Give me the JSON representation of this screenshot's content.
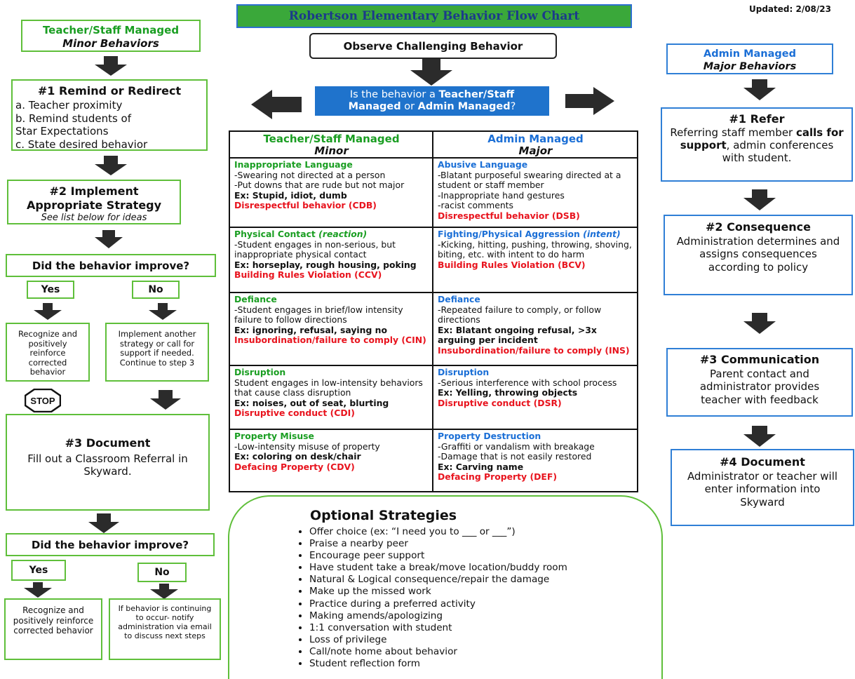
{
  "title": "Robertson Elementary Behavior Flow Chart",
  "updated": "Updated: 2/08/23",
  "observe": "Observe Challenging Behavior",
  "question": {
    "prefix": "Is the behavior a ",
    "teacher": "Teacher/Staff",
    "middle": "Managed",
    "or": " or ",
    "admin": "Admin Managed",
    "suffix": "?"
  },
  "left": {
    "header_line1": "Teacher/Staff Managed",
    "header_line2": "Minor Behaviors",
    "step1_title": "#1 Remind or Redirect",
    "step1_items": [
      "a.  Teacher proximity",
      "b. Remind students of",
      "Star Expectations",
      "c.  State desired behavior"
    ],
    "step2_title1": "#2 Implement",
    "step2_title2": "Appropriate Strategy",
    "step2_sub": "See list below for ideas",
    "improve_q1": "Did the behavior improve?",
    "yes": "Yes",
    "no": "No",
    "yes_box1": "Recognize and positively reinforce corrected behavior",
    "no_box1": "Implement another strategy or call for support if needed. Continue to step 3",
    "stop": "STOP",
    "step3_title": "#3 Document",
    "step3_text": "Fill out a Classroom Referral in Skyward.",
    "improve_q2": "Did the behavior improve?",
    "yes_box2": "Recognize and positively reinforce corrected behavior",
    "no_box2": "If behavior is continuing to occur- notify administration via email to discuss next steps"
  },
  "right": {
    "header_line1": "Admin Managed",
    "header_line2": "Major Behaviors",
    "step1_title": "#1 Refer",
    "step1_text_a": "Referring staff member ",
    "step1_text_b": "calls for support",
    "step1_text_c": ", admin conferences with student.",
    "step2_title": "#2 Consequence",
    "step2_text": "Administration determines and assigns consequences according to policy",
    "step3_title": "#3 Communication",
    "step3_text": "Parent contact and administrator provides teacher with feedback",
    "step4_title": "#4 Document",
    "step4_text": "Administrator or teacher will enter information into Skyward"
  },
  "table": {
    "col1_head1": "Teacher/Staff Managed",
    "col1_head2": "Minor",
    "col2_head1": "Admin Managed",
    "col2_head2": "Major",
    "rows": [
      {
        "minor_title": "Inappropriate Language",
        "minor_title_extra": "",
        "minor_lines": [
          "-Swearing not directed at a person",
          "-Put downs that are rude but not major"
        ],
        "minor_ex": "Ex: Stupid, idiot, dumb",
        "minor_code": "Disrespectful behavior (CDB)",
        "major_title": "Abusive Language",
        "major_title_extra": "",
        "major_lines": [
          "-Blatant purposeful swearing directed at a student or staff member",
          "-Inappropriate hand gestures",
          "-racist comments"
        ],
        "major_ex": "",
        "major_code": "Disrespectful behavior (DSB)"
      },
      {
        "minor_title": "Physical Contact ",
        "minor_title_extra": "(reaction)",
        "minor_lines": [
          "-Student engages in non-serious, but inappropriate physical contact"
        ],
        "minor_ex": "Ex: horseplay, rough housing, poking",
        "minor_code": "Building Rules Violation (CCV)",
        "major_title": "Fighting/Physical Aggression ",
        "major_title_extra": "(intent)",
        "major_lines": [
          "-Kicking, hitting, pushing, throwing, shoving, biting, etc. with intent to do harm"
        ],
        "major_ex": "",
        "major_code": "Building Rules Violation (BCV)"
      },
      {
        "minor_title": "Defiance",
        "minor_title_extra": "",
        "minor_lines": [
          "-Student engages in brief/low intensity failure to follow directions"
        ],
        "minor_ex": "Ex: ignoring, refusal, saying no",
        "minor_code": "Insubordination/failure to comply (CIN)",
        "major_title": "Defiance",
        "major_title_extra": "",
        "major_lines": [
          "-Repeated failure to comply, or follow directions"
        ],
        "major_ex": "Ex: Blatant ongoing refusal, >3x arguing per incident",
        "major_code": "Insubordination/failure to comply (INS)"
      },
      {
        "minor_title": "Disruption",
        "minor_title_extra": "",
        "minor_lines": [
          "Student engages in low-intensity behaviors that cause class disruption"
        ],
        "minor_ex": "Ex: noises, out of seat, blurting",
        "minor_code": "Disruptive conduct (CDI)",
        "major_title": "Disruption",
        "major_title_extra": "",
        "major_lines": [
          "-Serious interference with school process"
        ],
        "major_ex": "Ex: Yelling, throwing objects",
        "major_code": "Disruptive conduct (DSR)"
      },
      {
        "minor_title": "Property Misuse",
        "minor_title_extra": "",
        "minor_lines": [
          "-Low-intensity misuse of property"
        ],
        "minor_ex": "Ex: coloring on desk/chair",
        "minor_code": "Defacing Property (CDV)",
        "major_title": "Property Destruction",
        "major_title_extra": "",
        "major_lines": [
          "-Graffiti or vandalism with breakage",
          "-Damage that is not easily restored"
        ],
        "major_ex": "Ex: Carving name",
        "major_code": "Defacing Property (DEF)"
      }
    ]
  },
  "strategies": {
    "title": "Optional Strategies",
    "items": [
      "Offer choice (ex: “I need you to ___ or ___”)",
      "Praise a nearby peer",
      "Encourage peer support",
      "Have student take a break/move location/buddy room",
      "Natural & Logical consequence/repair the damage",
      "Make up the missed work",
      "Practice during a preferred activity",
      "Making amends/apologizing",
      "1:1 conversation with student",
      "Loss of privilege",
      "Call/note home about behavior",
      "Student reflection form"
    ]
  },
  "colors": {
    "green": "#1a9e22",
    "blue": "#1b6fd6",
    "red": "#e8141e",
    "title_bar": "#3aa83a",
    "question_bg": "#1f73cc"
  }
}
